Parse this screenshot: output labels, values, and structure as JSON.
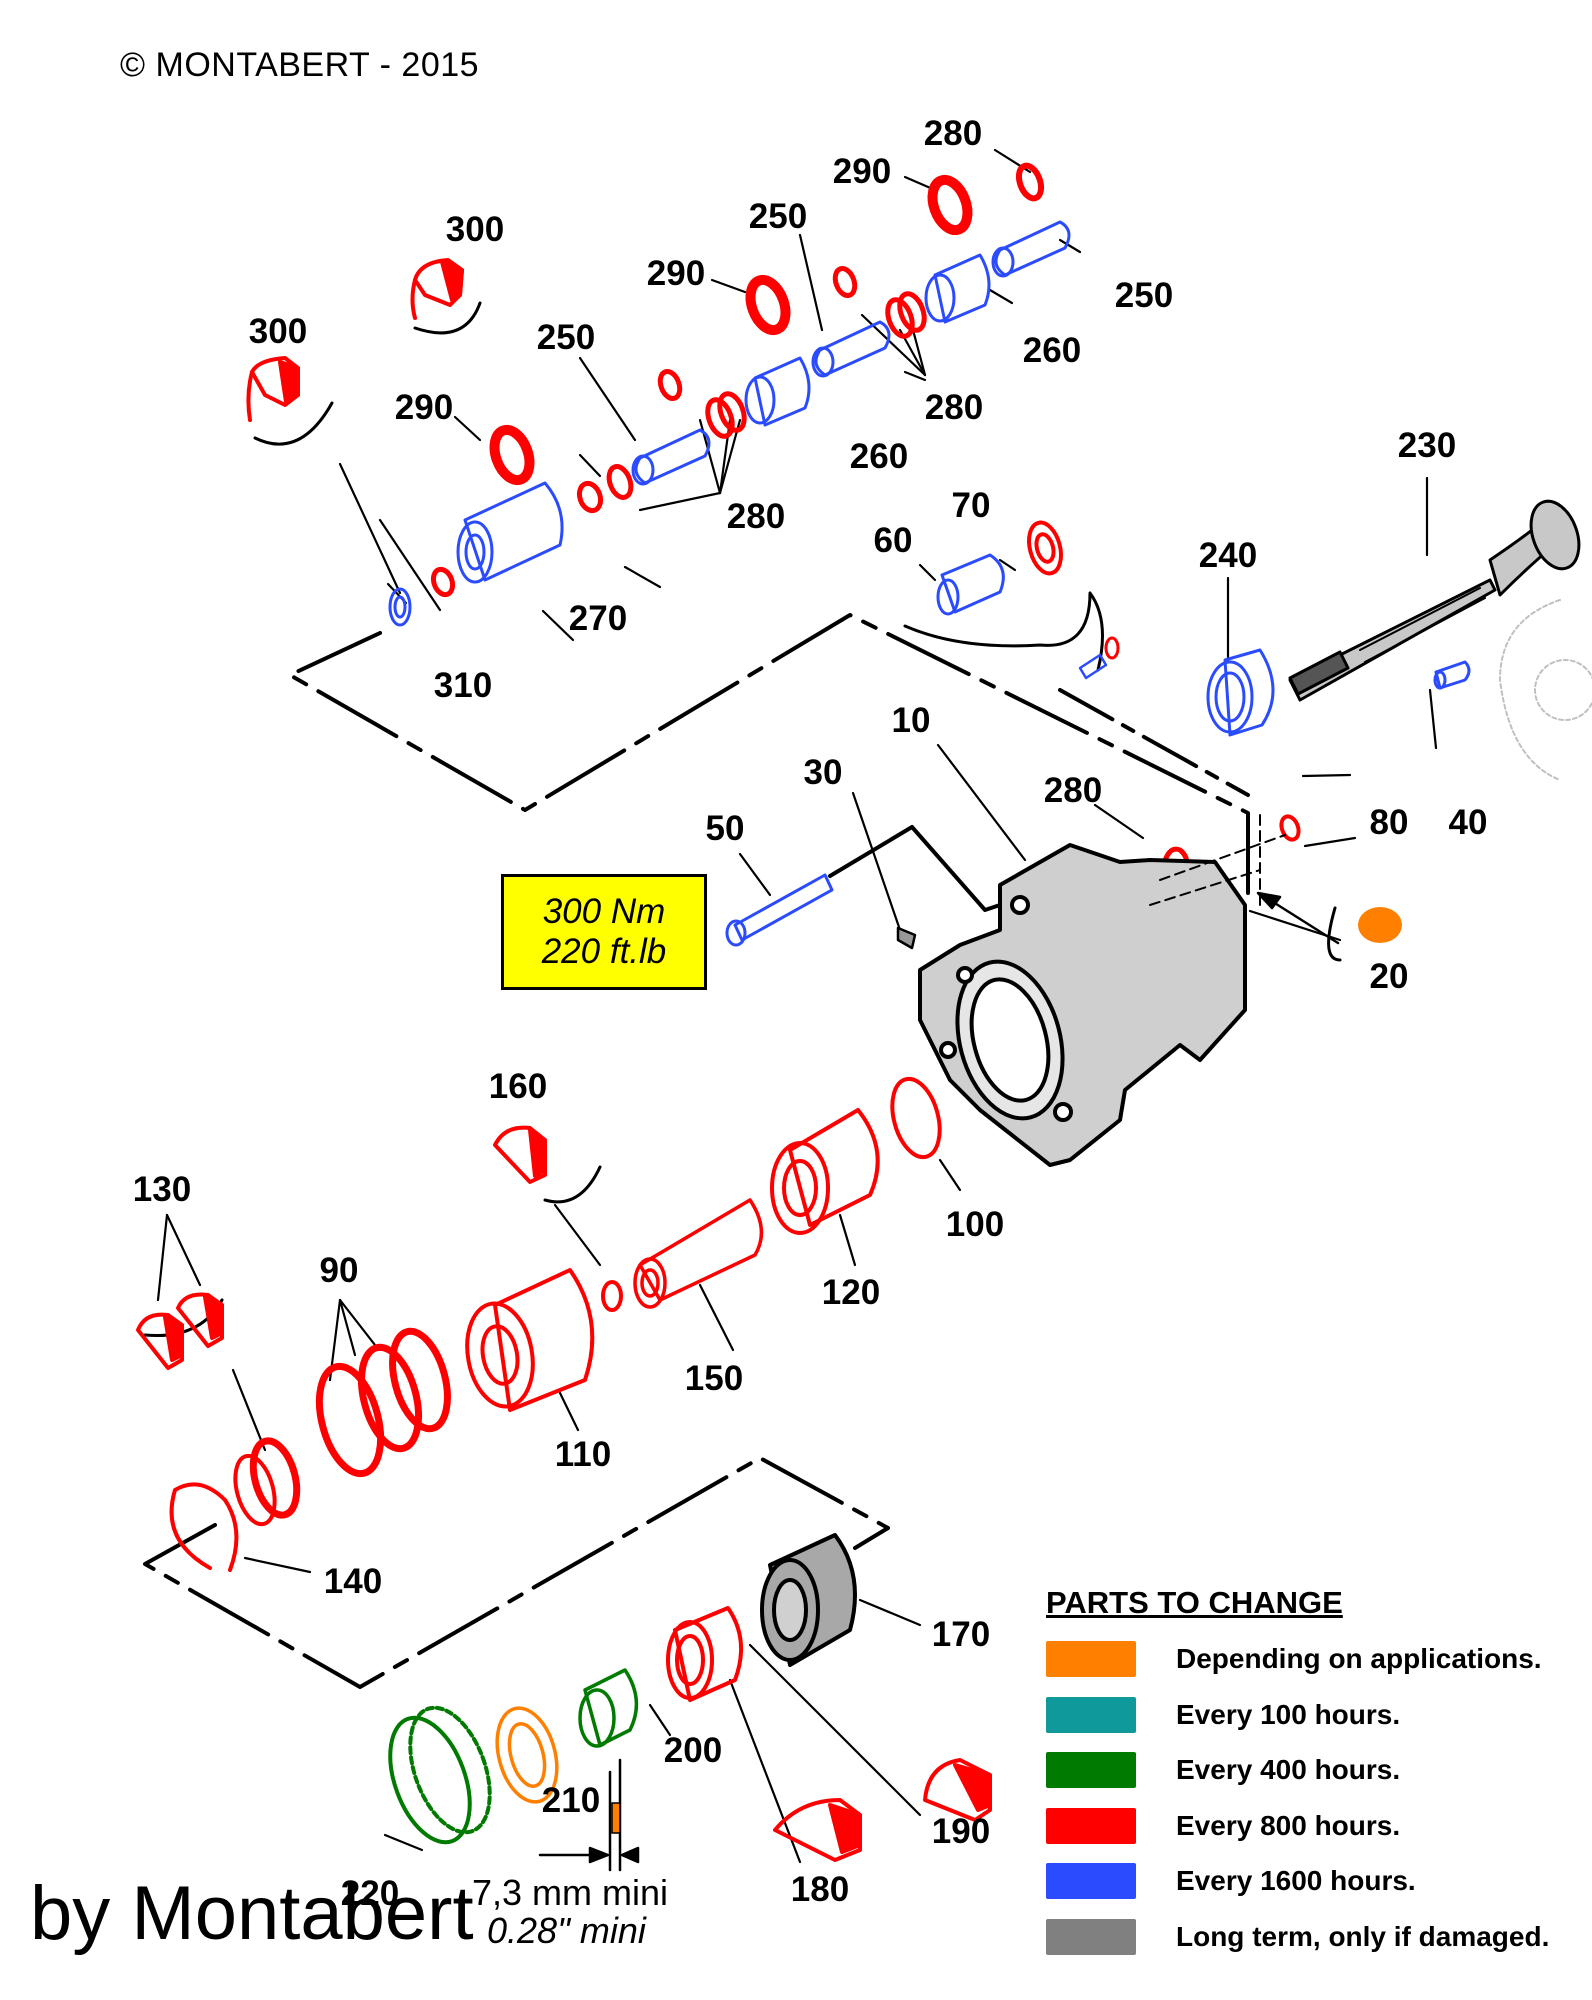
{
  "header": {
    "copyright": "© MONTABERT  -  2015"
  },
  "torque": {
    "line1": "300 Nm",
    "line2": "220 ft.lb"
  },
  "colors": {
    "orange": "#ff8000",
    "teal": "#10999a",
    "green": "#007a00",
    "red": "#ff0000",
    "blue": "#2b4bff",
    "gray": "#808080",
    "body_fill": "#cfcfcf",
    "line": "#000000",
    "torque_bg": "#ffff00"
  },
  "legend": {
    "title": "PARTS TO CHANGE",
    "items": [
      {
        "color": "#ff8000",
        "label": "Depending on applications."
      },
      {
        "color": "#10999a",
        "label": "Every 100 hours."
      },
      {
        "color": "#007a00",
        "label": "Every 400 hours."
      },
      {
        "color": "#ff0000",
        "label": "Every 800 hours."
      },
      {
        "color": "#2b4bff",
        "label": "Every 1600 hours."
      },
      {
        "color": "#808080",
        "label": "Long term, only if damaged."
      }
    ]
  },
  "dimension": {
    "metric": "7,3 mm mini",
    "imperial": "0.28\" mini"
  },
  "watermark": "by Montabert",
  "parts": [
    {
      "number": "280",
      "color_group": "red"
    },
    {
      "number": "290",
      "color_group": "red"
    },
    {
      "number": "300",
      "color_group": "red"
    },
    {
      "number": "250",
      "color_group": "blue"
    },
    {
      "number": "250",
      "color_group": "blue"
    },
    {
      "number": "290",
      "color_group": "red"
    },
    {
      "number": "300",
      "color_group": "red"
    },
    {
      "number": "250",
      "color_group": "blue"
    },
    {
      "number": "260",
      "color_group": "blue"
    },
    {
      "number": "290",
      "color_group": "red"
    },
    {
      "number": "280",
      "color_group": "red"
    },
    {
      "number": "260",
      "color_group": "blue"
    },
    {
      "number": "280",
      "color_group": "red"
    },
    {
      "number": "230",
      "color_group": "gray"
    },
    {
      "number": "70",
      "color_group": "red"
    },
    {
      "number": "60",
      "color_group": "blue"
    },
    {
      "number": "240",
      "color_group": "blue"
    },
    {
      "number": "270",
      "color_group": "blue"
    },
    {
      "number": "310",
      "color_group": "blue"
    },
    {
      "number": "10",
      "color_group": "gray"
    },
    {
      "number": "30",
      "color_group": "gray"
    },
    {
      "number": "280",
      "color_group": "red"
    },
    {
      "number": "50",
      "color_group": "blue"
    },
    {
      "number": "80",
      "color_group": "red"
    },
    {
      "number": "40",
      "color_group": "blue"
    },
    {
      "number": "20",
      "color_group": "orange"
    },
    {
      "number": "160",
      "color_group": "red"
    },
    {
      "number": "130",
      "color_group": "red"
    },
    {
      "number": "100",
      "color_group": "red"
    },
    {
      "number": "90",
      "color_group": "red"
    },
    {
      "number": "120",
      "color_group": "red"
    },
    {
      "number": "150",
      "color_group": "red"
    },
    {
      "number": "110",
      "color_group": "red"
    },
    {
      "number": "140",
      "color_group": "red"
    },
    {
      "number": "170",
      "color_group": "gray"
    },
    {
      "number": "200",
      "color_group": "green"
    },
    {
      "number": "210",
      "color_group": "orange"
    },
    {
      "number": "190",
      "color_group": "red"
    },
    {
      "number": "180",
      "color_group": "red"
    },
    {
      "number": "220",
      "color_group": "green"
    }
  ]
}
